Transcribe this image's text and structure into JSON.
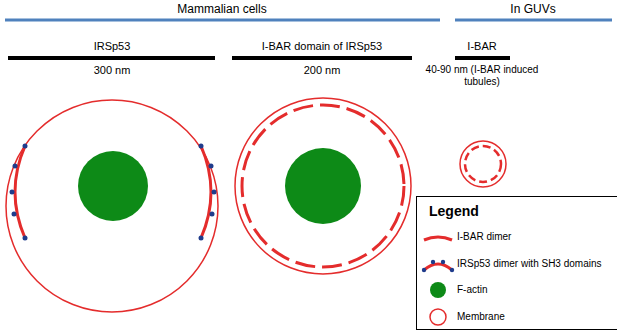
{
  "diagram": {
    "nodes": [
      {
        "text": [
          "Legend"
        ]
      }
    ],
    "labels": [
      "Mammalian cells",
      "In GUVs",
      "IRSp53",
      "300 nm",
      "I-BAR domain of IRSp53",
      "200 nm",
      "I-BAR",
      "40-90 nm (I-BAR induced tubules)"
    ],
    "legend": [
      {
        "text": "I-BAR dimer"
      },
      {
        "text": "IRSp53 dimer with SH3 domains"
      },
      {
        "text": "F-actin",
        "color": "#0d8a17"
      },
      {
        "text": "Membrane"
      }
    ]
  }
}
